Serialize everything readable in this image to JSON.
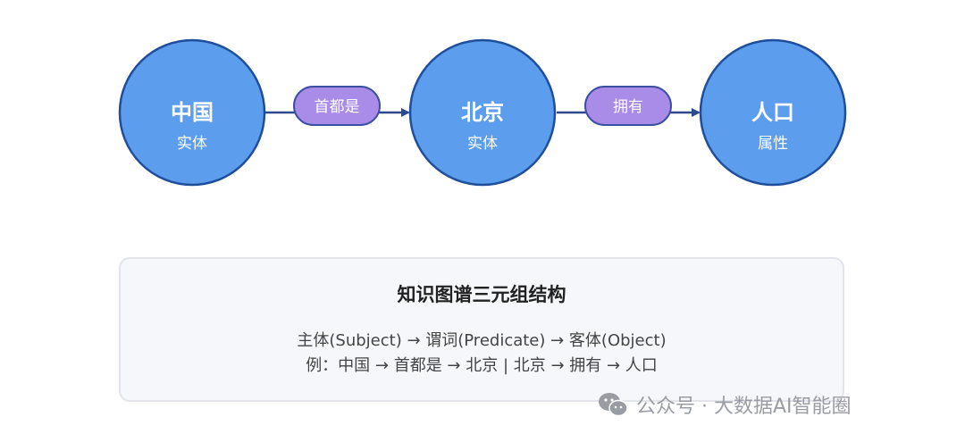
{
  "nodes": [
    {
      "title": "中国",
      "subtitle": "实体"
    },
    {
      "title": "北京",
      "subtitle": "实体"
    },
    {
      "title": "人口",
      "subtitle": "属性"
    }
  ],
  "relations": [
    {
      "label": "首都是"
    },
    {
      "label": "拥有"
    }
  ],
  "info": {
    "title": "知识图谱三元组结构",
    "line1": "主体(Subject) → 谓词(Predicate) → 客体(Object)",
    "line2": "例：中国 → 首都是 → 北京 | 北京 → 拥有 → 人口"
  },
  "watermark": {
    "text": "公众号 · 大数据AI智能圈",
    "icon": "wechat-icon"
  },
  "colors": {
    "node_fill": "#5c9ded",
    "node_stroke": "#1f4f9a",
    "relation_fill": "#a98be8",
    "relation_stroke": "#3b4fa0",
    "edge": "#2c4a8a"
  }
}
